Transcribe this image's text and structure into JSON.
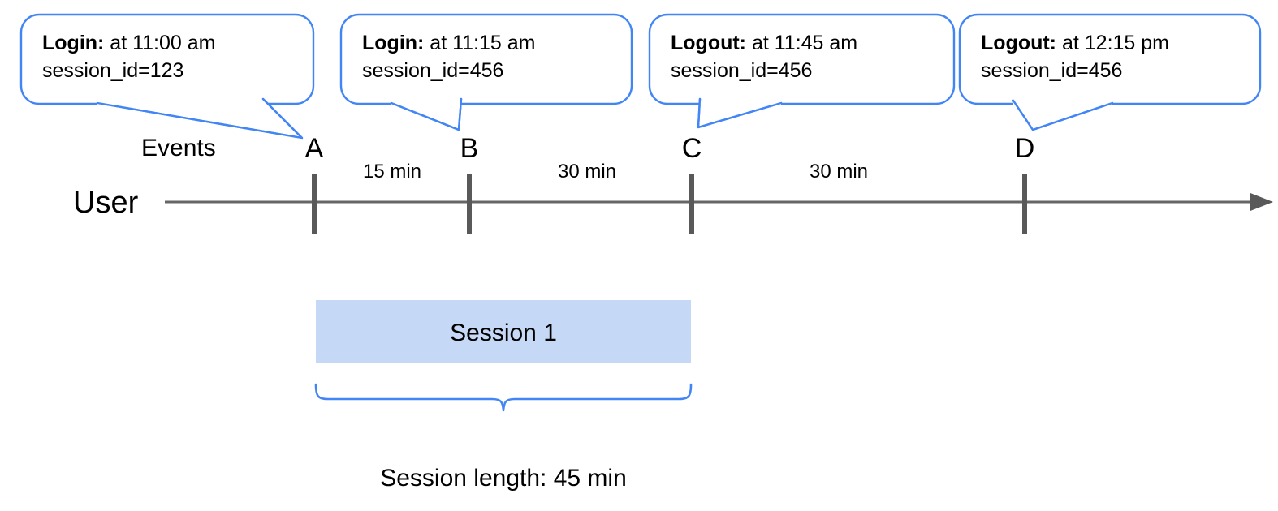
{
  "diagram": {
    "title_row_label": "Events",
    "lane_label": "User",
    "callouts": [
      {
        "lead": "Login:",
        "rest": " at 11:00 am",
        "line2": "session_id=123",
        "target": "A"
      },
      {
        "lead": "Login:",
        "rest": " at 11:15 am",
        "line2": "session_id=456",
        "target": "B"
      },
      {
        "lead": "Logout:",
        "rest": " at 11:45 am",
        "line2": "session_id=456",
        "target": "C"
      },
      {
        "lead": "Logout:",
        "rest": " at 12:15 pm",
        "line2": "session_id=456",
        "target": "D"
      }
    ],
    "events": [
      {
        "label": "A",
        "time": "11:00 am"
      },
      {
        "label": "B",
        "time": "11:15 am"
      },
      {
        "label": "C",
        "time": "11:45 am"
      },
      {
        "label": "D",
        "time": "12:15 pm"
      }
    ],
    "durations": [
      {
        "label": "15 min",
        "from": "A",
        "to": "B"
      },
      {
        "label": "30 min",
        "from": "B",
        "to": "C"
      },
      {
        "label": "30 min",
        "from": "C",
        "to": "D"
      }
    ],
    "session": {
      "bar_label": "Session 1",
      "caption": "Session length: 45 min",
      "spans_from": "A",
      "spans_to": "C"
    },
    "colors": {
      "callout_border": "#4285f4",
      "brace": "#4285f4",
      "axis": "#666666",
      "tick": "#595959",
      "session_fill": "#c5d9f6",
      "text": "#000000"
    }
  }
}
